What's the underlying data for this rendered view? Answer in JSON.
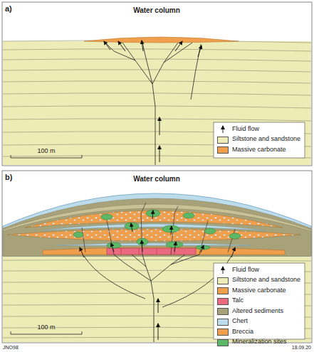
{
  "diagram": {
    "labels": [
      "a)",
      "Water column",
      "100 m",
      "b)",
      "Water column",
      "100 m",
      "JNO98",
      "18.09.20"
    ],
    "legend": [
      {
        "text": "Fluid flow"
      },
      {
        "text": "Siltstone and sandstone",
        "color": "#eeecb6"
      },
      {
        "text": "Massive carbonate",
        "color": "#f0a04c"
      },
      {
        "text": "Fluid flow"
      },
      {
        "text": "Siltstone and sandstone",
        "color": "#eeecb6"
      },
      {
        "text": "Massive carbonate",
        "color": "#f0a04c"
      },
      {
        "text": "Talc",
        "color": "#ea6a80"
      },
      {
        "text": "Altered sediments",
        "color": "#a8a27a"
      },
      {
        "text": "Chert",
        "color": "#bcdcec"
      },
      {
        "text": "Breccia",
        "color": "#f0a04c"
      },
      {
        "text": "Mineralization sites",
        "color": "#5cb867"
      }
    ]
  }
}
